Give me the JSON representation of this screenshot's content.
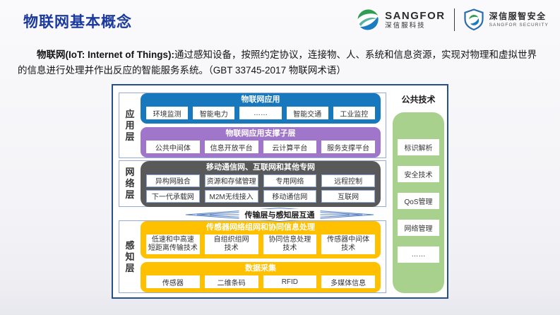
{
  "slide": {
    "title": "物联网基本概念"
  },
  "logos": {
    "sangfor_name": "SANGFOR",
    "sangfor_sub": "深信服科技",
    "security_name": "深信服智安全",
    "security_sub": "SANGFOR SECURITY"
  },
  "intro": {
    "bold": "物联网(IoT: Internet of Things):",
    "rest": "通过感知设备，按照约定协议，连接物、人、系统和信息资源，实现对物理和虚拟世界的信息进行处理并作出反应的智能服务系统。（GBT 33745-2017 物联网术语）"
  },
  "colors": {
    "title_blue": "#1c3a9e",
    "app_blue": "#1878be",
    "support_purple": "#a076ca",
    "network_gray": "#595959",
    "perception_orange": "#ffc000",
    "common_green": "#a9d18e",
    "frame_navy": "#24518e"
  },
  "diagram": {
    "layers": [
      {
        "label": "应用层",
        "groups": [
          {
            "title": "物联网应用",
            "items": [
              "环境监测",
              "智能电力",
              "……",
              "智能交通",
              "工业监控"
            ]
          },
          {
            "title": "物联网应用支撑子层",
            "items": [
              "公共中间体",
              "信息开放平台",
              "云计算平台",
              "服务支撑平台"
            ]
          }
        ]
      },
      {
        "label": "网络层",
        "groups": [
          {
            "title": "移动通信网、互联网和其他专网",
            "rows": [
              [
                "异构网融合",
                "资源和存储管理",
                "专用网络",
                "远程控制"
              ],
              [
                "下一代承载网",
                "M2M无线接入",
                "移动通信网",
                "互联网"
              ]
            ]
          }
        ]
      },
      {
        "label": "感知层",
        "groups": [
          {
            "title": "传感器网络组网和协同信息处理",
            "items": [
              "低速和中高速\n短距离传输技术",
              "自组织组网\n技术",
              "协同信息处理\n技术",
              "传感器中间体\n技术"
            ]
          },
          {
            "title": "数据采集",
            "items": [
              "传感器",
              "二维条码",
              "RFID",
              "多媒体信息"
            ]
          }
        ]
      }
    ],
    "connector_label": "传输层与感知层互通",
    "common": {
      "title": "公共技术",
      "items": [
        "标识解析",
        "安全技术",
        "QoS管理",
        "网络管理",
        "……"
      ]
    }
  }
}
